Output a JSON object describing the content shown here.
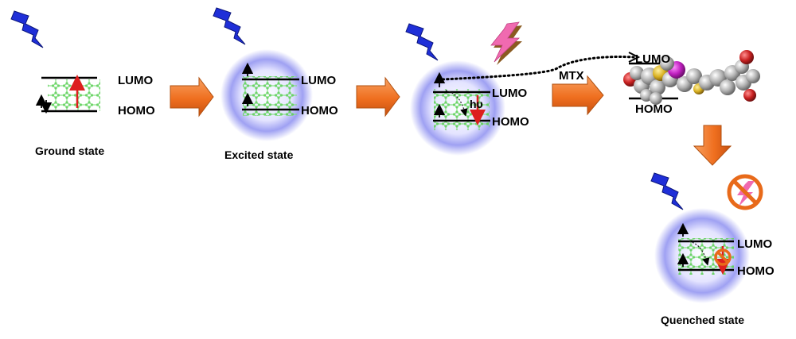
{
  "labels": {
    "lumo": "LUMO",
    "homo": "HOMO",
    "hv": "hυ",
    "mtx": "MTX"
  },
  "captions": {
    "ground": "Ground state",
    "excited": "Excited state",
    "quenched": "Quenched state"
  },
  "colors": {
    "glow": "#8a8cf0",
    "lightning": "#1f2fd8",
    "flash": "#f06ab0",
    "arrow": "#f07a2a",
    "lattice": "#7fe07a",
    "transition": "#dd1f1f",
    "molecule_gray": "#a8a8a8",
    "molecule_red": "#c82020",
    "molecule_magenta": "#c020c0",
    "molecule_yellow": "#d8b020",
    "no_symbol": "#e86a1a"
  },
  "icons": [
    "lightning-bolt-icon",
    "pink-flash-icon",
    "process-arrow-icon",
    "no-emission-icon"
  ]
}
